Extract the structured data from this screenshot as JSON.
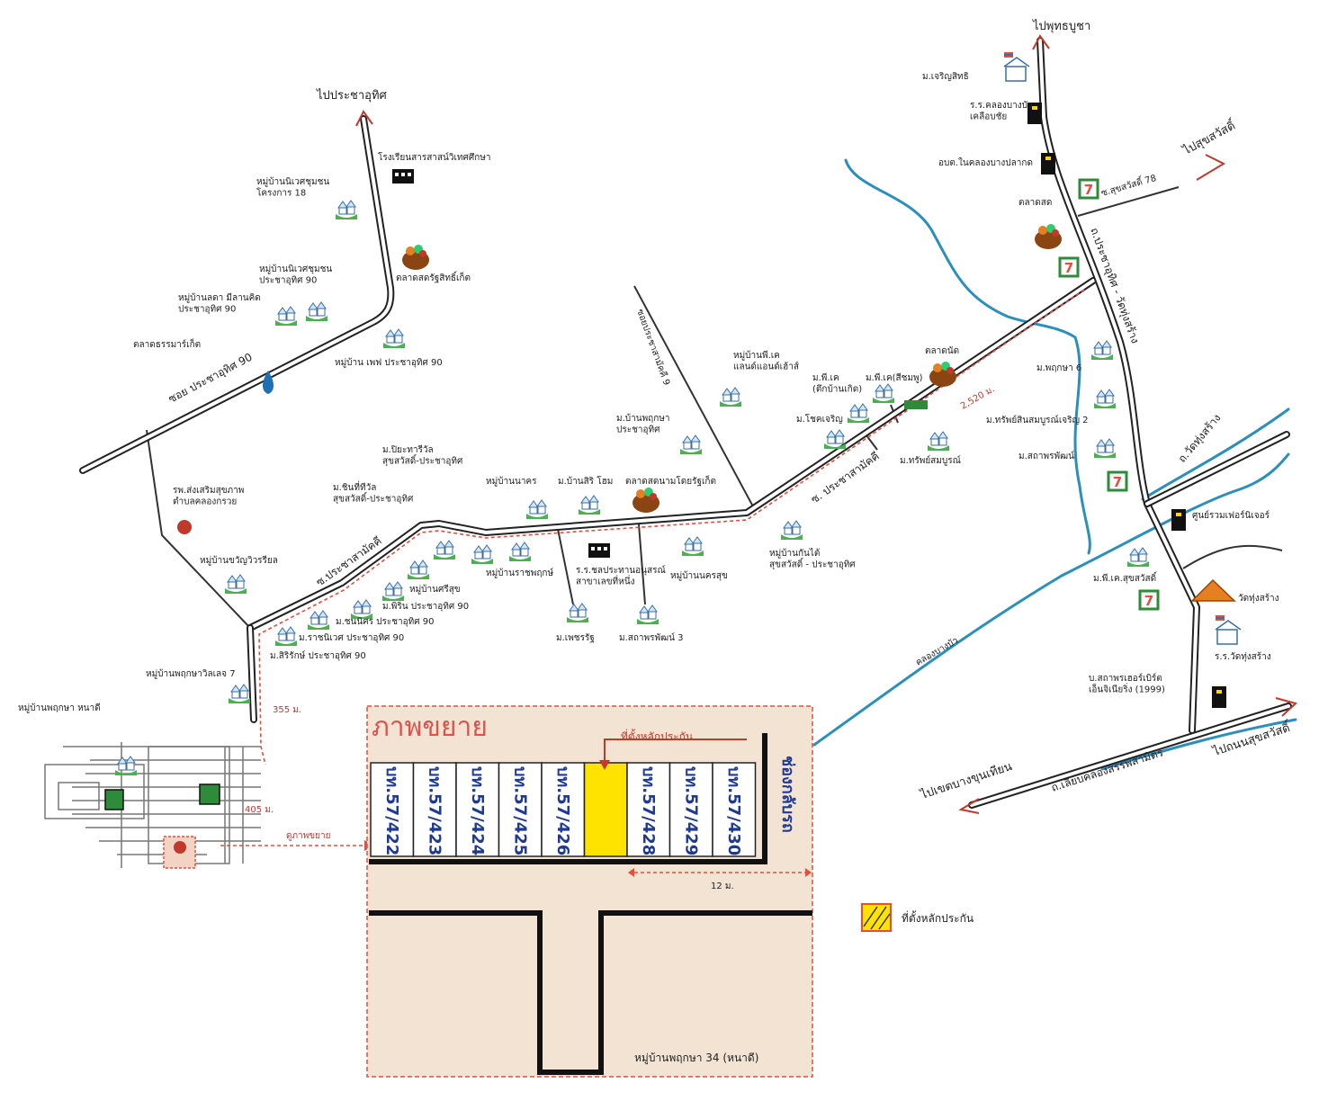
{
  "directions": {
    "north_left": "ไปประชาอุทิศ",
    "north_right": "ไปพุทธบูชา",
    "east_top": "ไปสุขสวัสดิ์",
    "east_bottom": "ไปถนนสุขสวัสดิ์",
    "west_bottom": "ไปเขตบางขุนเทียน"
  },
  "roads": {
    "soi_pracha_uthit_90": "ซอย ประชาอุทิศ 90",
    "soi_pracha_samakkhi_9": "ซอยประชาสามัคคี 9",
    "s_pracha_samakkhi_left": "ซ.ประชาสามัคคี",
    "s_pracha_samakkhi_right": "ซ. ประชาสามัคคี",
    "th_pracha_uthit_wat": "ถ.ประชาอุทิศ - วัดทุ่งสร้าง",
    "th_wat_thung_sang": "ถ.วัดทุ่งสร้าง",
    "th_liap_khlong": "ถ.เลียบคลองสรรพสามิตร",
    "s_suksawat_78": "ซ.สุขสวัสดิ์ 78",
    "khlong": "คลองบางบัว"
  },
  "distances": {
    "d2520": "2,520 ม.",
    "d355": "355 ม.",
    "d405": "405 ม.",
    "d12": "12 ม."
  },
  "landmarks": {
    "school_top": "โรงเรียนสารสาสน์วิเทศศึกษา",
    "m_nirut_18": "หมู่บ้านนิเวศชุมชน\nโครงการ 18",
    "market_top": "ตลาดสดรัฐสิทธิ์เก็ต",
    "m_nirut_pracha": "หมู่บ้านนิเวศชุมชน\nประชาอุทิศ 90",
    "m_lasan": "หมู่บ้านลดา มีลานคิด\nประชาอุทิศ 90",
    "market_left": "ตลาดธรรมาร์เก็ต",
    "m_pepe": "หมู่บ้าน เพฟ ประชาอุทิศ 90",
    "health": "รพ.ส่งเสริมสุขภาพ\nตำบลคลองกรวย",
    "m_kwanwi": "หมู่บ้านขวัญวิวรรียล",
    "m_piyapa": "ม.ปิยะทารีวัล\nสุขสวัสดิ์-ประชาอุทิศ",
    "m_chinnathi": "ม.ชินที่ทีวัล\nสุขสวัสดิ์-ประชาอุทิศ",
    "m_namakhon": "หมู่บ้านนาคร",
    "m_banseri": "ม.บ้านสิริ โฮม",
    "market_mid": "ตลาดสดนามโดยรัฐเก็ต",
    "m_banpruksa": "ม.บ้านพฤกษา\nประชาอุทิศ",
    "m_pk": "หมู่บ้านพี.เค\nแลนด์แอนด์เฮ้าส์",
    "m_pk2": "ม.พี.เค\n(ตึกบ้านเกิด)",
    "m_pk3": "ม.พี.เค(สีชมพู)",
    "market_right": "ตลาดนัด",
    "m_chokcharoen": "ม.โชคเจริญ",
    "m_saphanhom": "ม.ทรัพย์สมบูรณ์",
    "m_prueksa_right": "ม.พฤกษา 6",
    "m_sabsomboon": "ม.ทรัพย์สินสมบูรณ์เจริญ 2",
    "m_sathaphon": "ม.สถาพรพัฒน์",
    "m_kuntai": "หมู่บ้านกันไต้\nสุขสวัสดิ์ - ประชาอุทิศ",
    "m_nakhonsuk": "หมู่บ้านนครสุข",
    "school_mid": "ร.ร.ชลประทานอนุสรณ์\nสาขาเลขที่หนึ่ง",
    "m_ratchaphruek": "หมู่บ้านราชพฤกษ์",
    "m_phetcharat": "ม.เพชรรัฐ",
    "m_sathaphon3": "ม.สถาพรพัฒน์ 3",
    "m_srisuk": "หมู่บ้านศรีสุข",
    "m_phirin": "ม.พิริน ประชาอุทิศ 90",
    "m_chanon": "ม.ชนนิศร ประชาอุทิศ 90",
    "m_ratchaniwet": "ม.ราชนิเวศ ประชาอุทิศ 90",
    "m_sirirak": "ม.สิริรักษ์ ประชาอุทิศ 90",
    "m_prueksa7": "หมู่บ้านพฤกษาวิลเลจ 7",
    "m_prueksa_nadi": "หมู่บ้านพฤกษา หนาดี",
    "m_charoen": "ม.เจริญสิทธิ",
    "school_right": "ร.ร.คลองบางบัว\nเคลือบชัย",
    "office_right": "อบต.ในคลองบางปลากด",
    "market_r2": "ตลาดสด",
    "furniture": "ศูนย์รวมเฟอร์นิเจอร์",
    "m_pk_right": "ม.พี.เค.สุขสวัสดิ์",
    "temple": "วัดทุ่งสร้าง",
    "school_temple": "ร.ร.วัดทุ่งสร้าง",
    "factory": "บ.สถาพรเฮอร์เบิร์ต\nเอ็นจิเนียริ่ง (1999)"
  },
  "inset": {
    "title": "ภาพขยาย",
    "marker_label": "ที่ตั้งหลักประกัน",
    "canal_label": "ช่องกลับรถ",
    "village_label": "หมู่บ้านพฤกษา 34 (หนาดี)",
    "zoom_pointer": "ดูภาพขยาย",
    "lots": [
      "บท.57/422",
      "บท.57/423",
      "บท.57/424",
      "บท.57/425",
      "บท.57/426",
      "",
      "บท.57/428",
      "บท.57/429",
      "บท.57/430"
    ]
  },
  "legend": {
    "label": "ที่ตั้งหลักประกัน"
  },
  "colors": {
    "road": "#222222",
    "river": "#2a8fbd",
    "route": "#e74c3c",
    "inset_bg": "#f3e3d3",
    "highlight_lot": "#ffe300",
    "lot_text": "#1f3a93"
  }
}
